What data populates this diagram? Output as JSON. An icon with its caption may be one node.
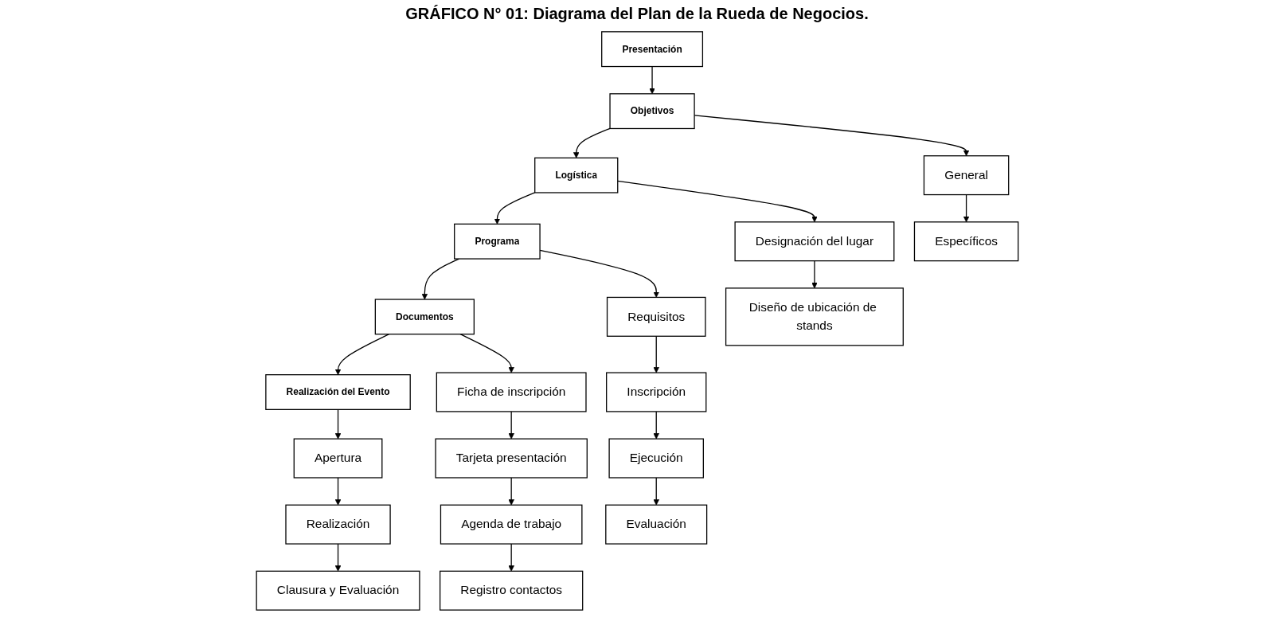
{
  "diagram": {
    "title": "GRÁFICO N° 01: Diagrama del Plan de la Rueda de Negocios.",
    "nodes": [
      {
        "text": [
          "Presentación"
        ]
      },
      {
        "text": [
          "Objetivos"
        ]
      },
      {
        "text": [
          "Logística"
        ]
      },
      {
        "text": [
          "Programa"
        ]
      },
      {
        "text": [
          "Documentos"
        ]
      },
      {
        "text": [
          "Realización del Evento"
        ]
      },
      {
        "text": [
          "General"
        ]
      },
      {
        "text": [
          "Específicos"
        ]
      },
      {
        "text": [
          "Designación del lugar"
        ]
      },
      {
        "text": [
          "Diseño de ubicación de stands"
        ]
      },
      {
        "text": [
          "Requisitos"
        ]
      },
      {
        "text": [
          "Inscripción"
        ]
      },
      {
        "text": [
          "Ejecución"
        ]
      },
      {
        "text": [
          "Evaluación"
        ]
      },
      {
        "text": [
          "Ficha de inscripción"
        ]
      },
      {
        "text": [
          "Tarjeta presentación"
        ]
      },
      {
        "text": [
          "Agenda de trabajo"
        ]
      },
      {
        "text": [
          "Registro contactos"
        ]
      },
      {
        "text": [
          "Apertura"
        ]
      },
      {
        "text": [
          "Realización"
        ]
      },
      {
        "text": [
          "Clausura y Evaluación"
        ]
      }
    ],
    "edges": [
      {
        "from": 0,
        "to": 1,
        "arrow": "to"
      },
      {
        "from": 1,
        "to": 2,
        "arrow": "to"
      },
      {
        "from": 2,
        "to": 3,
        "arrow": "to"
      },
      {
        "from": 3,
        "to": 4,
        "arrow": "to"
      },
      {
        "from": 4,
        "to": 5,
        "arrow": "to"
      },
      {
        "from": 1,
        "to": 6,
        "arrow": "to"
      },
      {
        "from": 6,
        "to": 7,
        "arrow": "to"
      },
      {
        "from": 2,
        "to": 8,
        "arrow": "to"
      },
      {
        "from": 8,
        "to": 9,
        "arrow": "to"
      },
      {
        "from": 3,
        "to": 10,
        "arrow": "to"
      },
      {
        "from": 10,
        "to": 11,
        "arrow": "to"
      },
      {
        "from": 11,
        "to": 12,
        "arrow": "to"
      },
      {
        "from": 12,
        "to": 13,
        "arrow": "to"
      },
      {
        "from": 4,
        "to": 14,
        "arrow": "to"
      },
      {
        "from": 14,
        "to": 15,
        "arrow": "to"
      },
      {
        "from": 15,
        "to": 16,
        "arrow": "to"
      },
      {
        "from": 16,
        "to": 17,
        "arrow": "to"
      },
      {
        "from": 5,
        "to": 18,
        "arrow": "to"
      },
      {
        "from": 18,
        "to": 19,
        "arrow": "to"
      },
      {
        "from": 19,
        "to": 20,
        "arrow": "to"
      }
    ]
  }
}
